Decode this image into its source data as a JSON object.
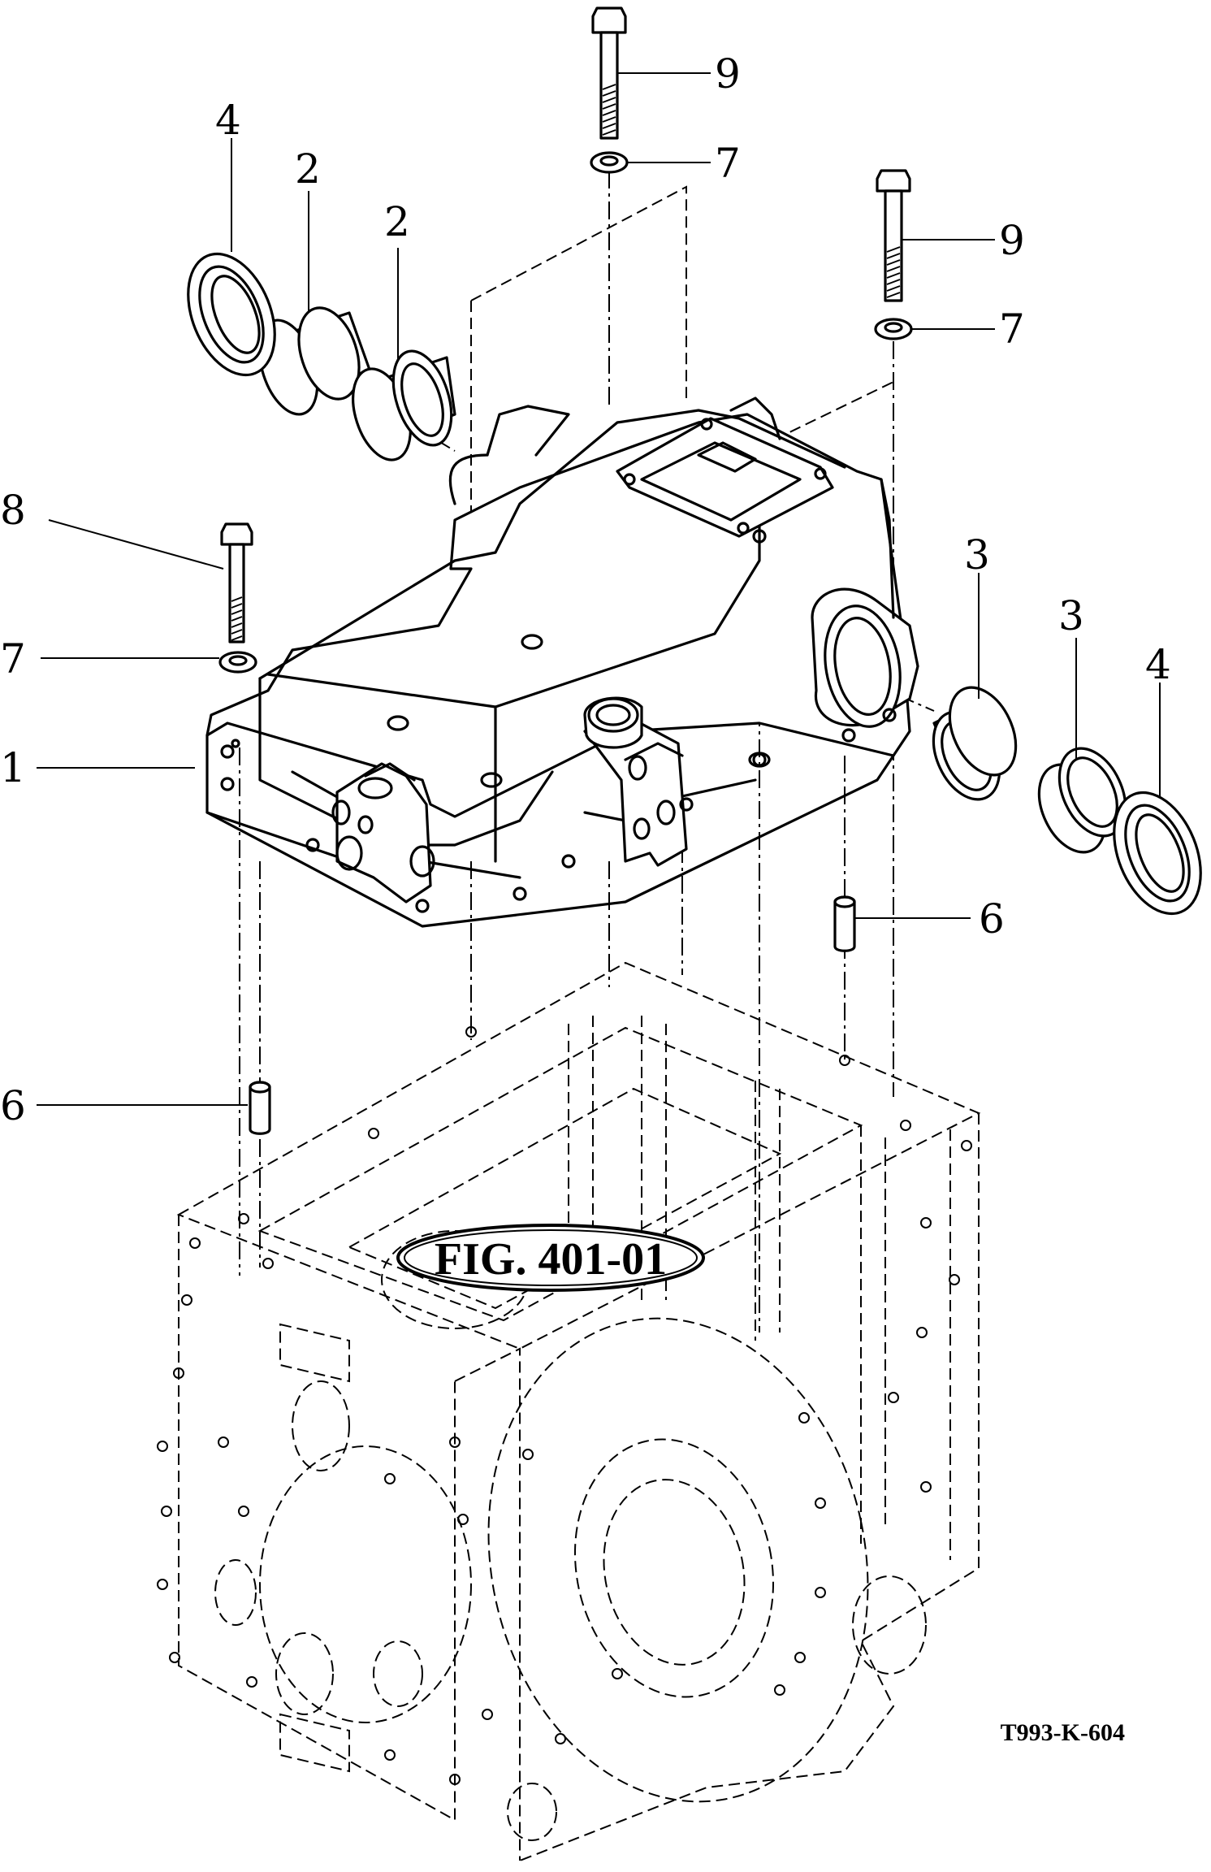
{
  "diagram": {
    "figure_reference": "FIG. 401-01",
    "drawing_code": "T993-K-604",
    "callouts": [
      {
        "id": "c1",
        "label": "1"
      },
      {
        "id": "c2a",
        "label": "2"
      },
      {
        "id": "c2b",
        "label": "2"
      },
      {
        "id": "c3a",
        "label": "3"
      },
      {
        "id": "c3b",
        "label": "3"
      },
      {
        "id": "c4a",
        "label": "4"
      },
      {
        "id": "c4b",
        "label": "4"
      },
      {
        "id": "c6a",
        "label": "6"
      },
      {
        "id": "c6b",
        "label": "6"
      },
      {
        "id": "c7a",
        "label": "7"
      },
      {
        "id": "c7b",
        "label": "7"
      },
      {
        "id": "c7c",
        "label": "7"
      },
      {
        "id": "c8",
        "label": "8"
      },
      {
        "id": "c9a",
        "label": "9"
      },
      {
        "id": "c9b",
        "label": "9"
      }
    ]
  }
}
